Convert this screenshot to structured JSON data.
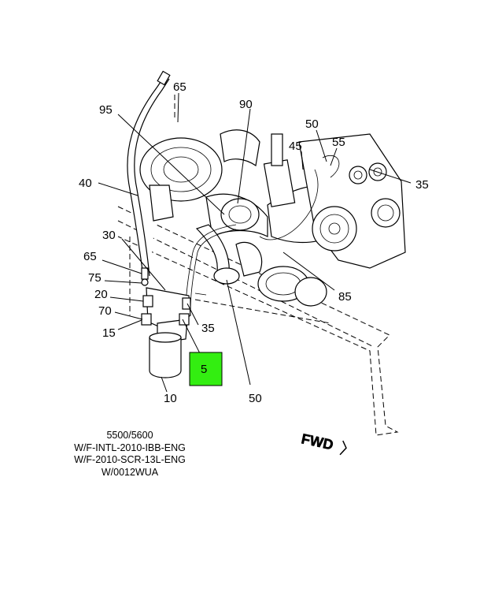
{
  "callouts": {
    "c65_top": "65",
    "c95": "95",
    "c90": "90",
    "c50_top": "50",
    "c55": "55",
    "c45": "45",
    "c35_right": "35",
    "c40": "40",
    "c30": "30",
    "c65_left": "65",
    "c75": "75",
    "c20": "20",
    "c70": "70",
    "c15": "15",
    "c35_mid": "35",
    "c85": "85",
    "c5": "5",
    "c10": "10",
    "c50_bottom": "50"
  },
  "highlight": {
    "label": "5",
    "color": "#33ee11"
  },
  "caption": {
    "line1": "5500/5600",
    "line2": "W/F-INTL-2010-IBB-ENG",
    "line3": "W/F-2010-SCR-13L-ENG",
    "line4": "W/0012WUA"
  },
  "fwd_label": "FWD"
}
